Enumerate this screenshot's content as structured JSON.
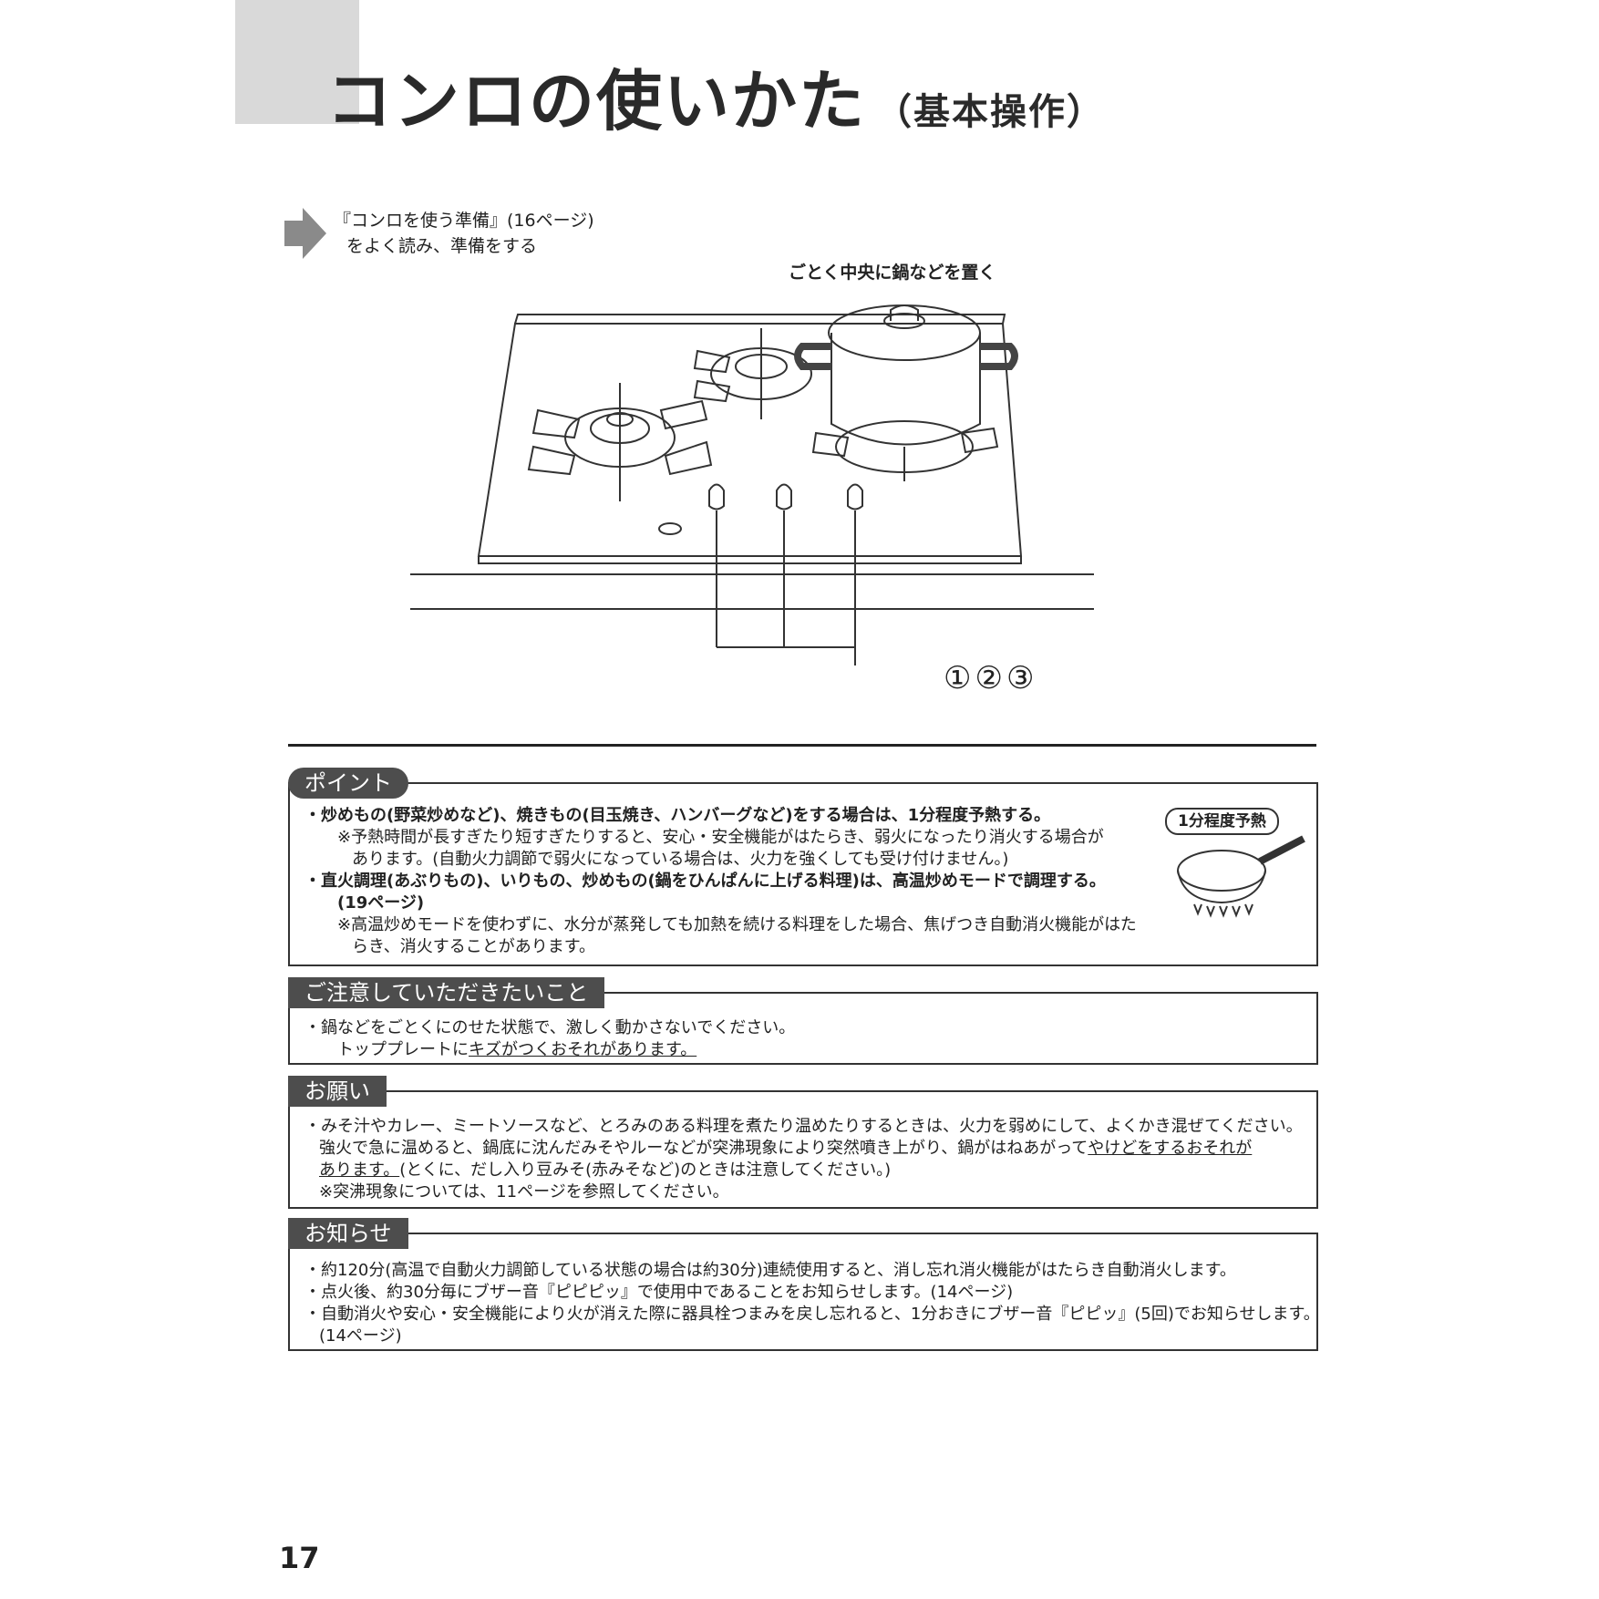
{
  "title": {
    "main": "コンロの使いかた",
    "sub": "（基本操作）"
  },
  "reference": {
    "line1": "『コンロを使う準備』(16ページ)",
    "line2": "をよく読み、準備をする"
  },
  "pot_caption": "ごとく中央に鍋などを置く",
  "knob_labels": "①②③",
  "point": {
    "header": "ポイント",
    "line1": "・炒めもの(野菜炒めなど)、焼きもの(目玉焼き、ハンバーグなど)をする場合は、1分程度予熱する。",
    "line2": "※予熱時間が長すぎたり短すぎたりすると、安心・安全機能がはたらき、弱火になったり消火する場合が",
    "line3": "あります。(自動火力調節で弱火になっている場合は、火力を強くしても受け付けません。)",
    "line4": "・直火調理(あぶりもの)、いりもの、炒めもの(鍋をひんぱんに上げる料理)は、高温炒めモードで調理する。",
    "line5": "(19ページ)",
    "line6": "※高温炒めモードを使わずに、水分が蒸発しても加熱を続ける料理をした場合、焦げつき自動消火機能がはた",
    "line7": "らき、消火することがあります。",
    "badge": "1分程度予熱"
  },
  "caution": {
    "header": "ご注意していただきたいこと",
    "line1": "・鍋などをごとくにのせた状態で、激しく動かさないでください。",
    "line2a": "トッププレートに",
    "line2b": "キズがつくおそれがあります。"
  },
  "request": {
    "header": "お願い",
    "line1": "・みそ汁やカレー、ミートソースなど、とろみのある料理を煮たり温めたりするときは、火力を弱めにして、よくかき混ぜてください。",
    "line2a": "強火で急に温めると、鍋底に沈んだみそやルーなどが突沸現象により突然噴き上がり、鍋がはねあがって",
    "line2b": "やけどをするおそれが",
    "line3a": "あります。",
    "line3b": "(とくに、だし入り豆みそ(赤みそなど)のときは注意してください。)",
    "line4": "※突沸現象については、11ページを参照してください。"
  },
  "notice": {
    "header": "お知らせ",
    "line1": "・約120分(高温で自動火力調節している状態の場合は約30分)連続使用すると、消し忘れ消火機能がはたらき自動消火します。",
    "line2": "・点火後、約30分毎にブザー音『ピピピッ』で使用中であることをお知らせします。(14ページ)",
    "line3": "・自動消火や安心・安全機能により火が消えた際に器具栓つまみを戻し忘れると、1分おきにブザー音『ピピッ』(5回)でお知らせします。",
    "line4": "(14ページ)"
  },
  "page_number": "17",
  "colors": {
    "header_bg": "#4d4d4d",
    "tab_gray": "#d9d9d9",
    "arrow_gray": "#8a8a8a"
  }
}
